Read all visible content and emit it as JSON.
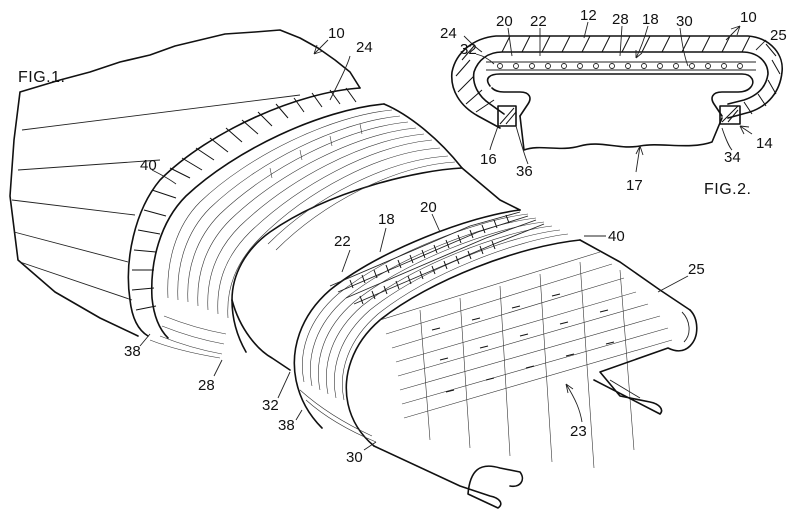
{
  "figures": {
    "fig1": "FIG.1.",
    "fig2": "FIG.2."
  },
  "fig1_labels": {
    "l10": "10",
    "l24": "24",
    "l40a": "40",
    "l18": "18",
    "l20": "20",
    "l22": "22",
    "l40b": "40",
    "l25": "25",
    "l38a": "38",
    "l28": "28",
    "l32": "32",
    "l38b": "38",
    "l30": "30",
    "l23": "23"
  },
  "fig2_labels": {
    "l24": "24",
    "l32": "32",
    "l20": "20",
    "l22": "22",
    "l12": "12",
    "l28": "28",
    "l18": "18",
    "l30": "30",
    "l10": "10",
    "l25": "25",
    "l14": "14",
    "l34": "34",
    "l16": "16",
    "l36": "36",
    "l17": "17"
  },
  "colors": {
    "ink": "#111111",
    "paper": "#ffffff"
  }
}
